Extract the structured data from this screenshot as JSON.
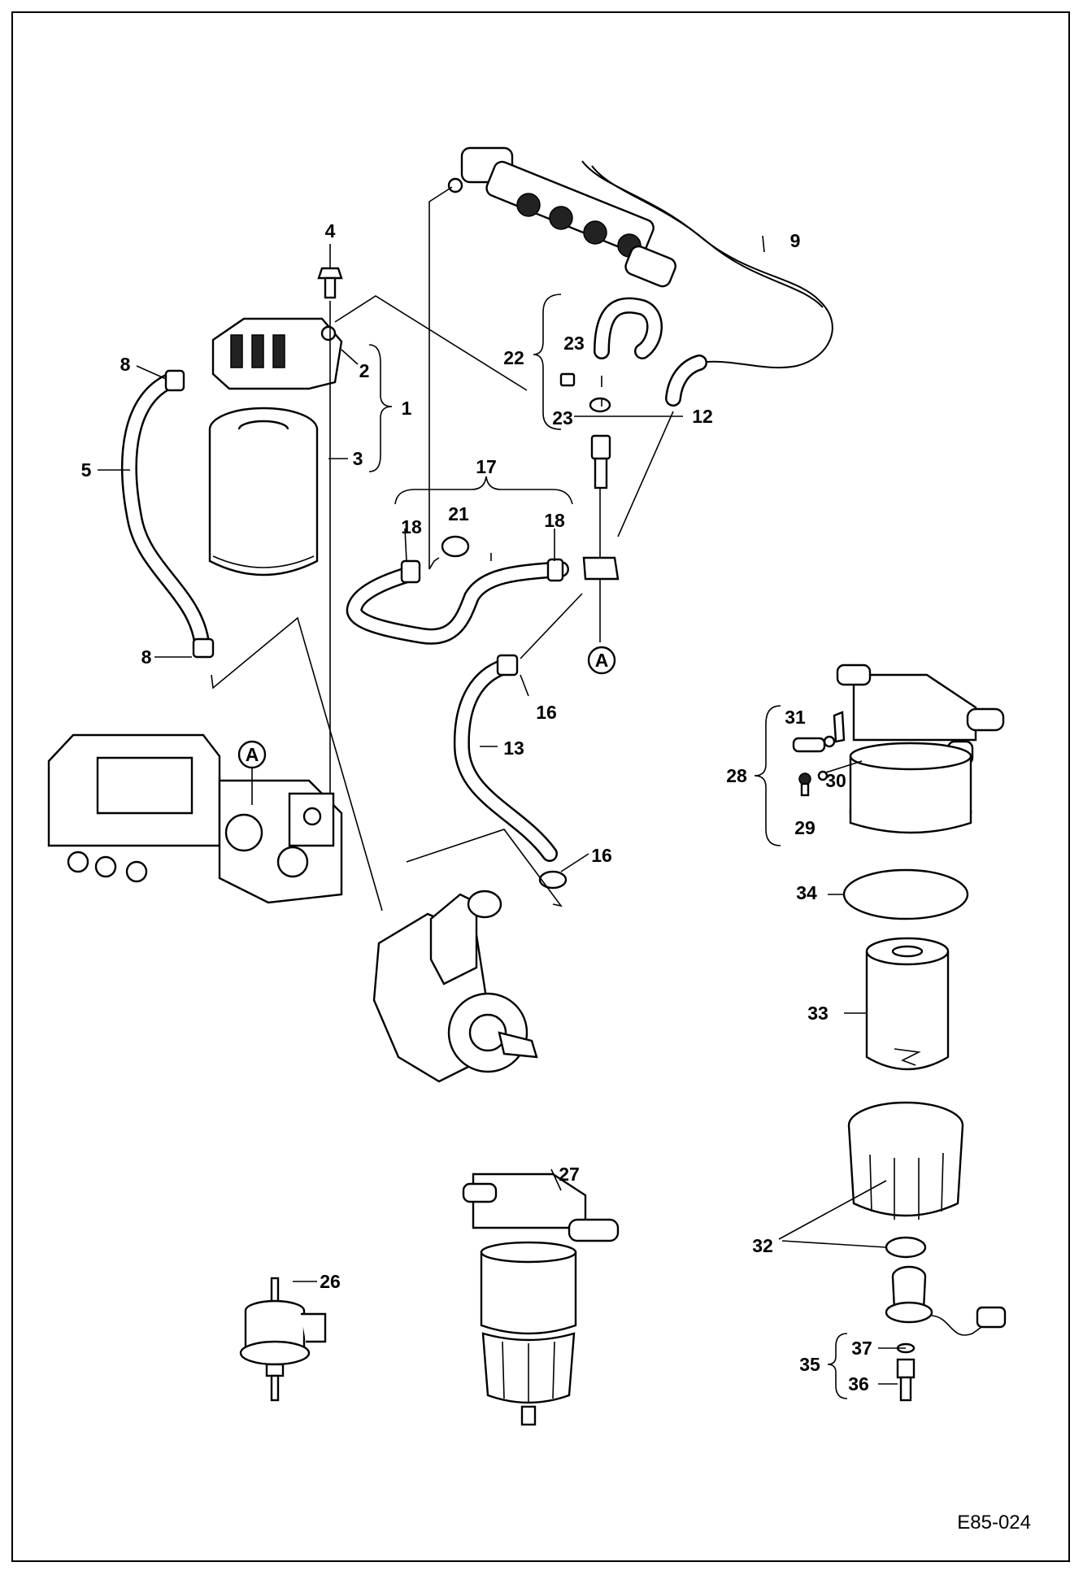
{
  "drawing_code": "E85-024",
  "reference_marker": "A",
  "callouts": [
    "1",
    "2",
    "3",
    "4",
    "5",
    "8",
    "8",
    "9",
    "12",
    "13",
    "16",
    "16",
    "17",
    "18",
    "18",
    "21",
    "22",
    "23",
    "23",
    "26",
    "27",
    "28",
    "29",
    "30",
    "31",
    "32",
    "33",
    "34",
    "35",
    "36",
    "37"
  ]
}
